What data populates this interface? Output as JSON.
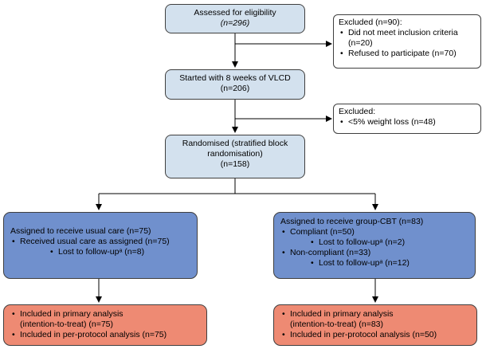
{
  "assessed": {
    "line1": "Assessed for eligibility",
    "line2": "(n=296)"
  },
  "excluded1": {
    "title": "Excluded (n=90):",
    "items": [
      {
        "line1": "Did not meet inclusion criteria",
        "line2": "(n=20)"
      },
      {
        "line1": "Refused to participate (n=70)"
      }
    ]
  },
  "started": {
    "line1": "Started with 8 weeks of VLCD",
    "line2": "(n=206)"
  },
  "excluded2": {
    "title": "Excluded:",
    "items": [
      {
        "line1": "<5% weight loss (n=48)"
      }
    ]
  },
  "randomised": {
    "line1": "Randomised (stratified block",
    "line2": "randomisation)",
    "line3": "(n=158)"
  },
  "usual_care": {
    "title": "Assigned to receive usual care (n=75)",
    "item1": "Received usual care as assigned (n=75)",
    "item2": "Lost to follow-upᵃ (n=8)"
  },
  "cbt": {
    "title": "Assigned to receive group-CBT (n=83)",
    "item1": "Compliant (n=50)",
    "item2": "Lost to follow-upᵃ (n=2)",
    "item3": "Non-compliant (n=33)",
    "item4": "Lost to follow-upᵃ (n=12)"
  },
  "analysis_left": {
    "item1_line1": "Included in primary analysis",
    "item1_line2": "(intention-to-treat) (n=75)",
    "item2": "Included in per-protocol analysis (n=75)"
  },
  "analysis_right": {
    "item1_line1": "Included in primary analysis",
    "item1_line2": "(intention-to-treat) (n=83)",
    "item2": "Included in per-protocol analysis (n=50)"
  },
  "colors": {
    "light_box": "#d3e1ee",
    "blue_box": "#7090cd",
    "orange_box": "#ee8a73",
    "border": "#3f3f3f"
  }
}
